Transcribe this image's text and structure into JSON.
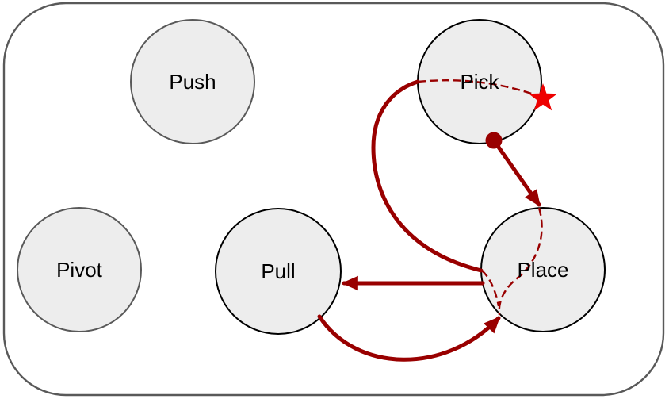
{
  "nodes": [
    {
      "id": "push",
      "label": "Push"
    },
    {
      "id": "pick",
      "label": "Pick"
    },
    {
      "id": "pivot",
      "label": "Pivot"
    },
    {
      "id": "pull",
      "label": "Pull"
    },
    {
      "id": "place",
      "label": "Place"
    }
  ],
  "markers": {
    "goal_star": "goal-star",
    "start_dot": "start-dot"
  },
  "colors": {
    "trajectory": "#990000",
    "star_red": "#ee0000",
    "node_fill": "#ededed",
    "active_node_stroke": "#000000",
    "inactive_node_stroke": "#595959",
    "canvas_border": "#595959"
  },
  "edges": {
    "solid": [
      {
        "from": "pick",
        "to": "place",
        "style": "curve-no-arrow"
      },
      {
        "from": "place",
        "to": "pull",
        "style": "straight-arrow"
      },
      {
        "from": "pull",
        "to": "place",
        "style": "curved-arrow"
      },
      {
        "from": "start-dot",
        "to": "place",
        "style": "straight-arrow"
      }
    ],
    "dashed": [
      {
        "from": "pick-left-boundary",
        "to": "goal-star"
      },
      {
        "from": "place-top",
        "to": "place-bottom-left"
      },
      {
        "from": "place-left-boundary",
        "to": "place-bottom-left"
      }
    ]
  }
}
